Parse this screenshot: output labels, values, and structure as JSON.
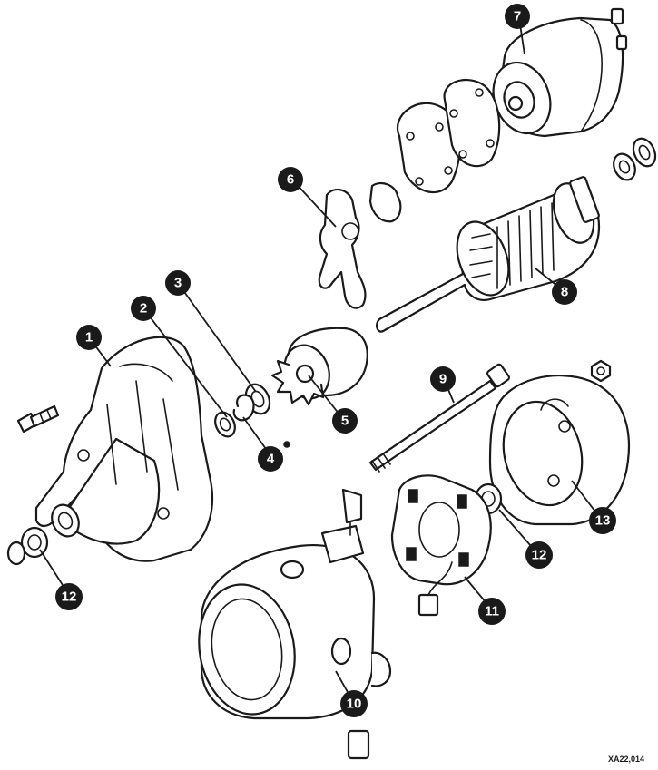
{
  "callouts": [
    {
      "id": "callout-1",
      "label": "1"
    },
    {
      "id": "callout-2",
      "label": "2"
    },
    {
      "id": "callout-3",
      "label": "3"
    },
    {
      "id": "callout-4",
      "label": "4"
    },
    {
      "id": "callout-5",
      "label": "5"
    },
    {
      "id": "callout-6",
      "label": "6"
    },
    {
      "id": "callout-7",
      "label": "7"
    },
    {
      "id": "callout-8",
      "label": "8"
    },
    {
      "id": "callout-9",
      "label": "9"
    },
    {
      "id": "callout-10",
      "label": "10"
    },
    {
      "id": "callout-11",
      "label": "11"
    },
    {
      "id": "callout-12a",
      "label": "12"
    },
    {
      "id": "callout-12b",
      "label": "12"
    },
    {
      "id": "callout-13",
      "label": "13"
    }
  ],
  "reference_code": "XA22,014",
  "colors": {
    "ink": "#1a1a1a",
    "paper": "#ffffff"
  }
}
